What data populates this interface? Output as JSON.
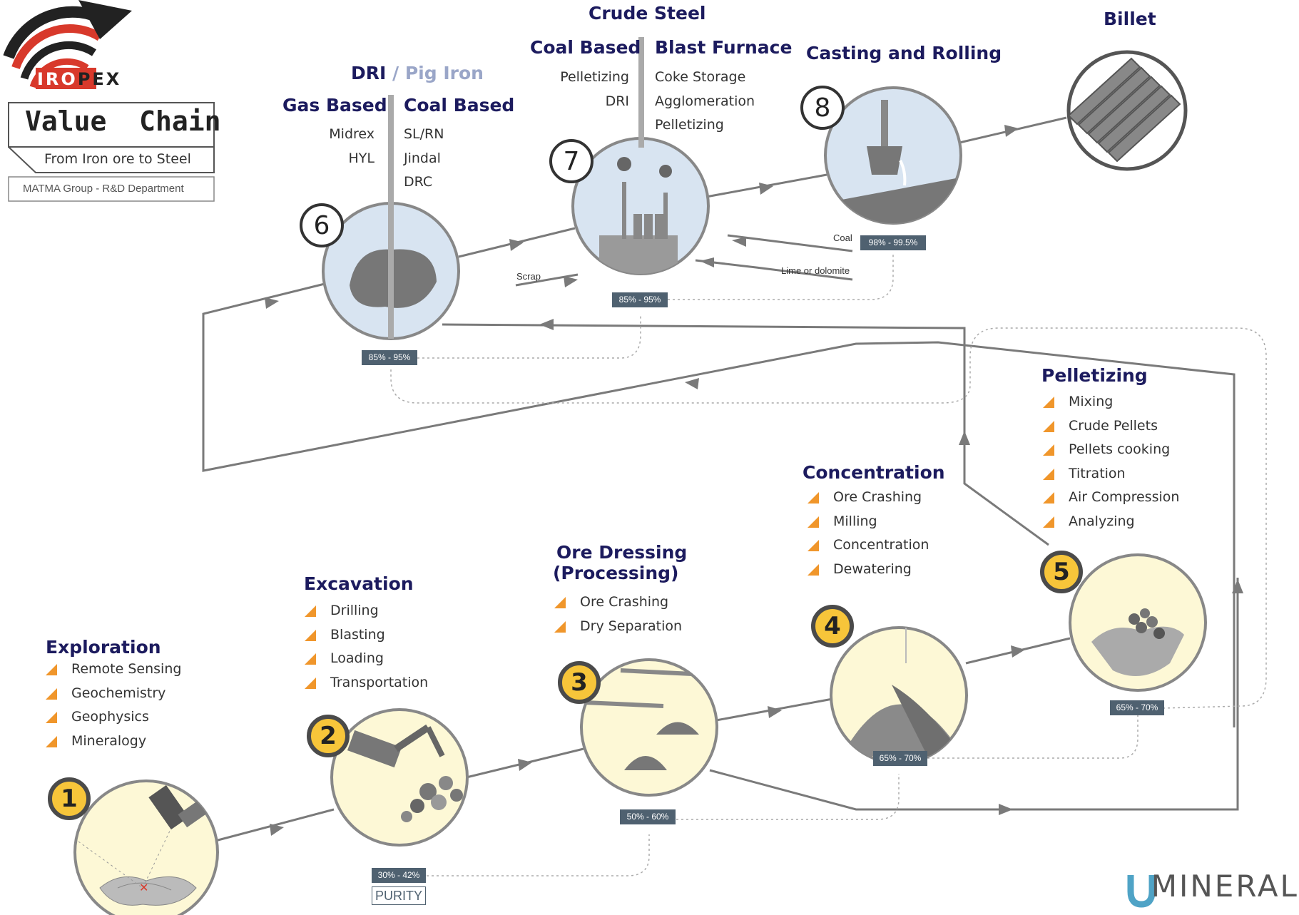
{
  "brand": {
    "name": "IROPEX",
    "name_hl": "IRO",
    "name_rest": "PEX"
  },
  "value_chain": {
    "title": "Value  Chain",
    "subtitle": "From Iron ore to Steel",
    "dept": "MATMA Group - R&D Department"
  },
  "footer_logo": {
    "u": "U",
    "rest": "MINERAL"
  },
  "stages": [
    {
      "number": "1",
      "title": "Exploration",
      "items": [
        "Remote Sensing",
        "Geochemistry",
        "Geophysics",
        "Mineralogy"
      ]
    },
    {
      "number": "2",
      "title": "Excavation",
      "items": [
        "Drilling",
        "Blasting",
        "Loading",
        "Transportation"
      ],
      "purity": "30% - 42%",
      "purity_label": "PURITY"
    },
    {
      "number": "3",
      "title_line1": "Ore Dressing",
      "title_line2": "(Processing)",
      "items": [
        "Ore Crashing",
        "Dry Separation"
      ],
      "purity": "50% - 60%"
    },
    {
      "number": "4",
      "title": "Concentration",
      "items": [
        "Ore Crashing",
        "Milling",
        "Concentration",
        "Dewatering"
      ],
      "purity": "65% - 70%"
    },
    {
      "number": "5",
      "title": "Pelletizing",
      "items": [
        "Mixing",
        "Crude Pellets",
        "Pellets cooking",
        "Titration",
        "Air Compression",
        "Analyzing"
      ],
      "purity": "65% - 70%"
    },
    {
      "number": "6",
      "title_a": "DRI",
      "title_sep": " / ",
      "title_b": "Pig Iron",
      "left_head": "Gas Based",
      "left_items": [
        "Midrex",
        "HYL"
      ],
      "right_head": "Coal Based",
      "right_items": [
        "SL/RN",
        "Jindal",
        "DRC"
      ],
      "purity": "85% - 95%"
    },
    {
      "number": "7",
      "title": "Crude Steel",
      "left_head": "Coal Based",
      "left_items": [
        "Pelletizing",
        "DRI"
      ],
      "right_head": "Blast Furnace",
      "right_items": [
        "Coke Storage",
        "Agglomeration",
        "Pelletizing"
      ],
      "purity": "85% - 95%",
      "inputs": {
        "scrap": "Scrap",
        "coal": "Coal",
        "lime": "Lime or dolomite"
      }
    },
    {
      "number": "8",
      "title": "Casting and Rolling",
      "purity": "98% - 99.5%"
    }
  ],
  "billet": {
    "title": "Billet"
  },
  "colors": {
    "navy": "#1c1b5e",
    "accent": "#f0962b",
    "yellow": "#f7c53a",
    "badge": "#4f6170",
    "line": "#7a7a7a",
    "light_blue": "#d8e4f1",
    "light_yellow": "#fdf8d6",
    "logo_red": "#d8392b"
  }
}
